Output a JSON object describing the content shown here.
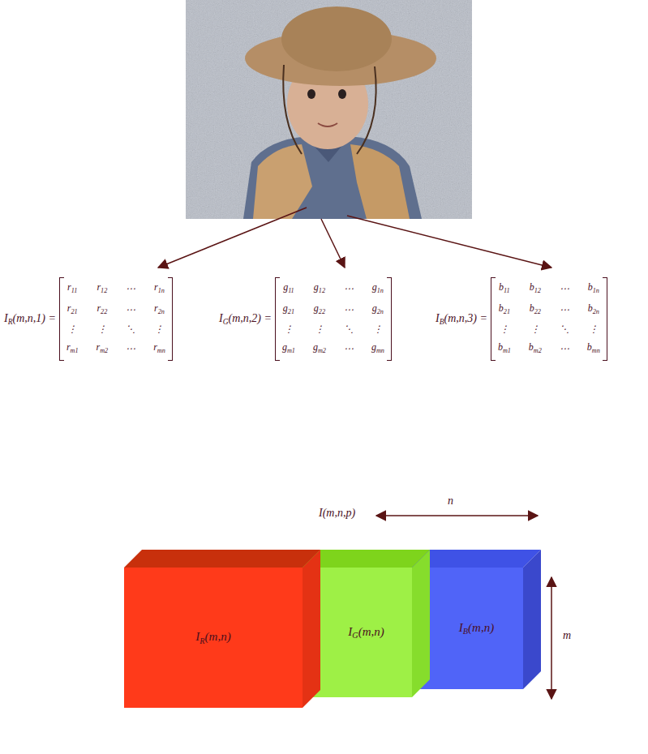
{
  "diagram": {
    "nodes": [
      {
        "text": [
          "I",
          "R",
          "(m,n)"
        ]
      },
      {
        "text": [
          "I",
          "G",
          "(m,n)"
        ]
      },
      {
        "text": [
          "I",
          "B",
          "(m,n)"
        ]
      }
    ],
    "labels": [
      "I",
      "R",
      "(m,n,1) =",
      "r",
      "11",
      "r",
      "12",
      "⋯",
      "r",
      "1n",
      "r",
      "21",
      "r",
      "22",
      "⋯",
      "r",
      "2n",
      "⋮",
      "⋮",
      "⋱",
      "⋮",
      "r",
      "m1",
      "r",
      "m2",
      "⋯",
      "r",
      "mn",
      "I",
      "G",
      "(m,n,2) =",
      "g",
      "11",
      "g",
      "12",
      "⋯",
      "g",
      "1n",
      "g",
      "21",
      "g",
      "22",
      "⋯",
      "g",
      "2n",
      "⋮",
      "⋮",
      "⋱",
      "⋮",
      "g",
      "m1",
      "g",
      "m2",
      "⋯",
      "g",
      "mn",
      "I",
      "B",
      "(m,n,3) =",
      "b",
      "11",
      "b",
      "12",
      "⋯",
      "b",
      "1n",
      "b",
      "21",
      "b",
      "22",
      "⋯",
      "b",
      "2n",
      "⋮",
      "⋮",
      "⋱",
      "⋮",
      "b",
      "m1",
      "b",
      "m2",
      "⋯",
      "b",
      "mn",
      "I(m,n,p)",
      "n",
      "m"
    ]
  }
}
